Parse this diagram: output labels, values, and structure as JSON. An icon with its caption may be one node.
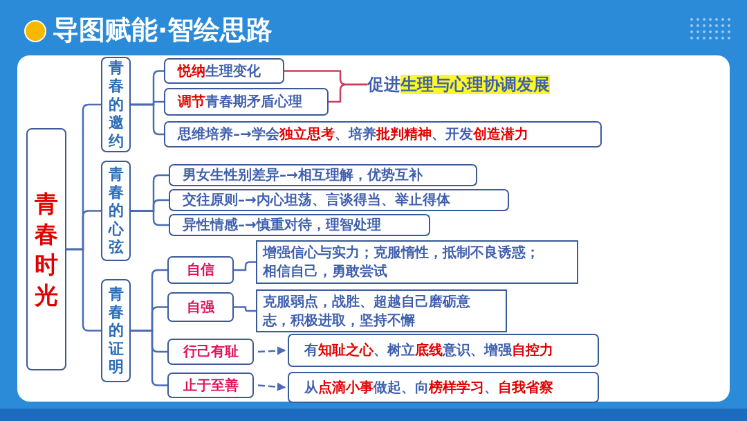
{
  "diagram": {
    "title": "导图赋能·智绘思路",
    "nodes": [
      {
        "text": [
          "青春时光"
        ]
      },
      {
        "text": [
          "青春的邀约"
        ]
      },
      {
        "text": [
          "**悦纳**生理变化"
        ]
      },
      {
        "text": [
          "**调节**青春期矛盾心理"
        ]
      },
      {
        "text": [
          "促进**生理与心理协调发展**"
        ]
      },
      {
        "text": [
          "思维培养–→学会**独立思考**、培养**批判精神**、开发**创造潜力**"
        ]
      },
      {
        "text": [
          "青春的心弦"
        ]
      },
      {
        "text": [
          "男女生性别差异–→相互理解，优势互补"
        ]
      },
      {
        "text": [
          "交往原则–→内心坦荡、言谈得当、举止得体"
        ]
      },
      {
        "text": [
          "异性情感–→慎重对待，理智处理"
        ]
      },
      {
        "text": [
          "青春的证明"
        ]
      },
      {
        "text": [
          "自信"
        ]
      },
      {
        "text": [
          "增强信心与实力；克服惰性，抵制不良诱惑；相信自己，勇敢尝试"
        ]
      },
      {
        "text": [
          "自强"
        ]
      },
      {
        "text": [
          "克服弱点，战胜、超越自己磨砺意志，积极进取，坚持不懈"
        ]
      },
      {
        "text": [
          "行己有耻"
        ]
      },
      {
        "text": [
          "有**知耻之心**、树立**底线**意识、增强**自控力**"
        ]
      },
      {
        "text": [
          "止于至善"
        ]
      },
      {
        "text": [
          "从**点滴小事**做起、向**榜样学习**、**自我省察**"
        ]
      }
    ],
    "edges": [
      {
        "from": 0,
        "to": 1,
        "arrow": "none"
      },
      {
        "from": 0,
        "to": 6,
        "arrow": "none"
      },
      {
        "from": 0,
        "to": 10,
        "arrow": "none"
      },
      {
        "from": 1,
        "to": 2,
        "arrow": "none"
      },
      {
        "from": 1,
        "to": 3,
        "arrow": "none"
      },
      {
        "from": 1,
        "to": 5,
        "arrow": "none"
      },
      {
        "from": 2,
        "to": 4,
        "arrow": "none",
        "color": "#c8405e"
      },
      {
        "from": 3,
        "to": 4,
        "arrow": "none",
        "color": "#c8405e"
      },
      {
        "from": 6,
        "to": 7,
        "arrow": "none"
      },
      {
        "from": 6,
        "to": 8,
        "arrow": "none"
      },
      {
        "from": 6,
        "to": 9,
        "arrow": "none"
      },
      {
        "from": 10,
        "to": 11,
        "arrow": "none"
      },
      {
        "from": 10,
        "to": 13,
        "arrow": "none"
      },
      {
        "from": 10,
        "to": 15,
        "arrow": "none"
      },
      {
        "from": 10,
        "to": 17,
        "arrow": "none"
      },
      {
        "from": 11,
        "to": 12,
        "arrow": "none"
      },
      {
        "from": 13,
        "to": 14,
        "arrow": "none"
      },
      {
        "from": 15,
        "to": 16,
        "arrow": "to",
        "style": "dashed"
      },
      {
        "from": 17,
        "to": 18,
        "arrow": "to",
        "style": "dashed"
      }
    ]
  }
}
